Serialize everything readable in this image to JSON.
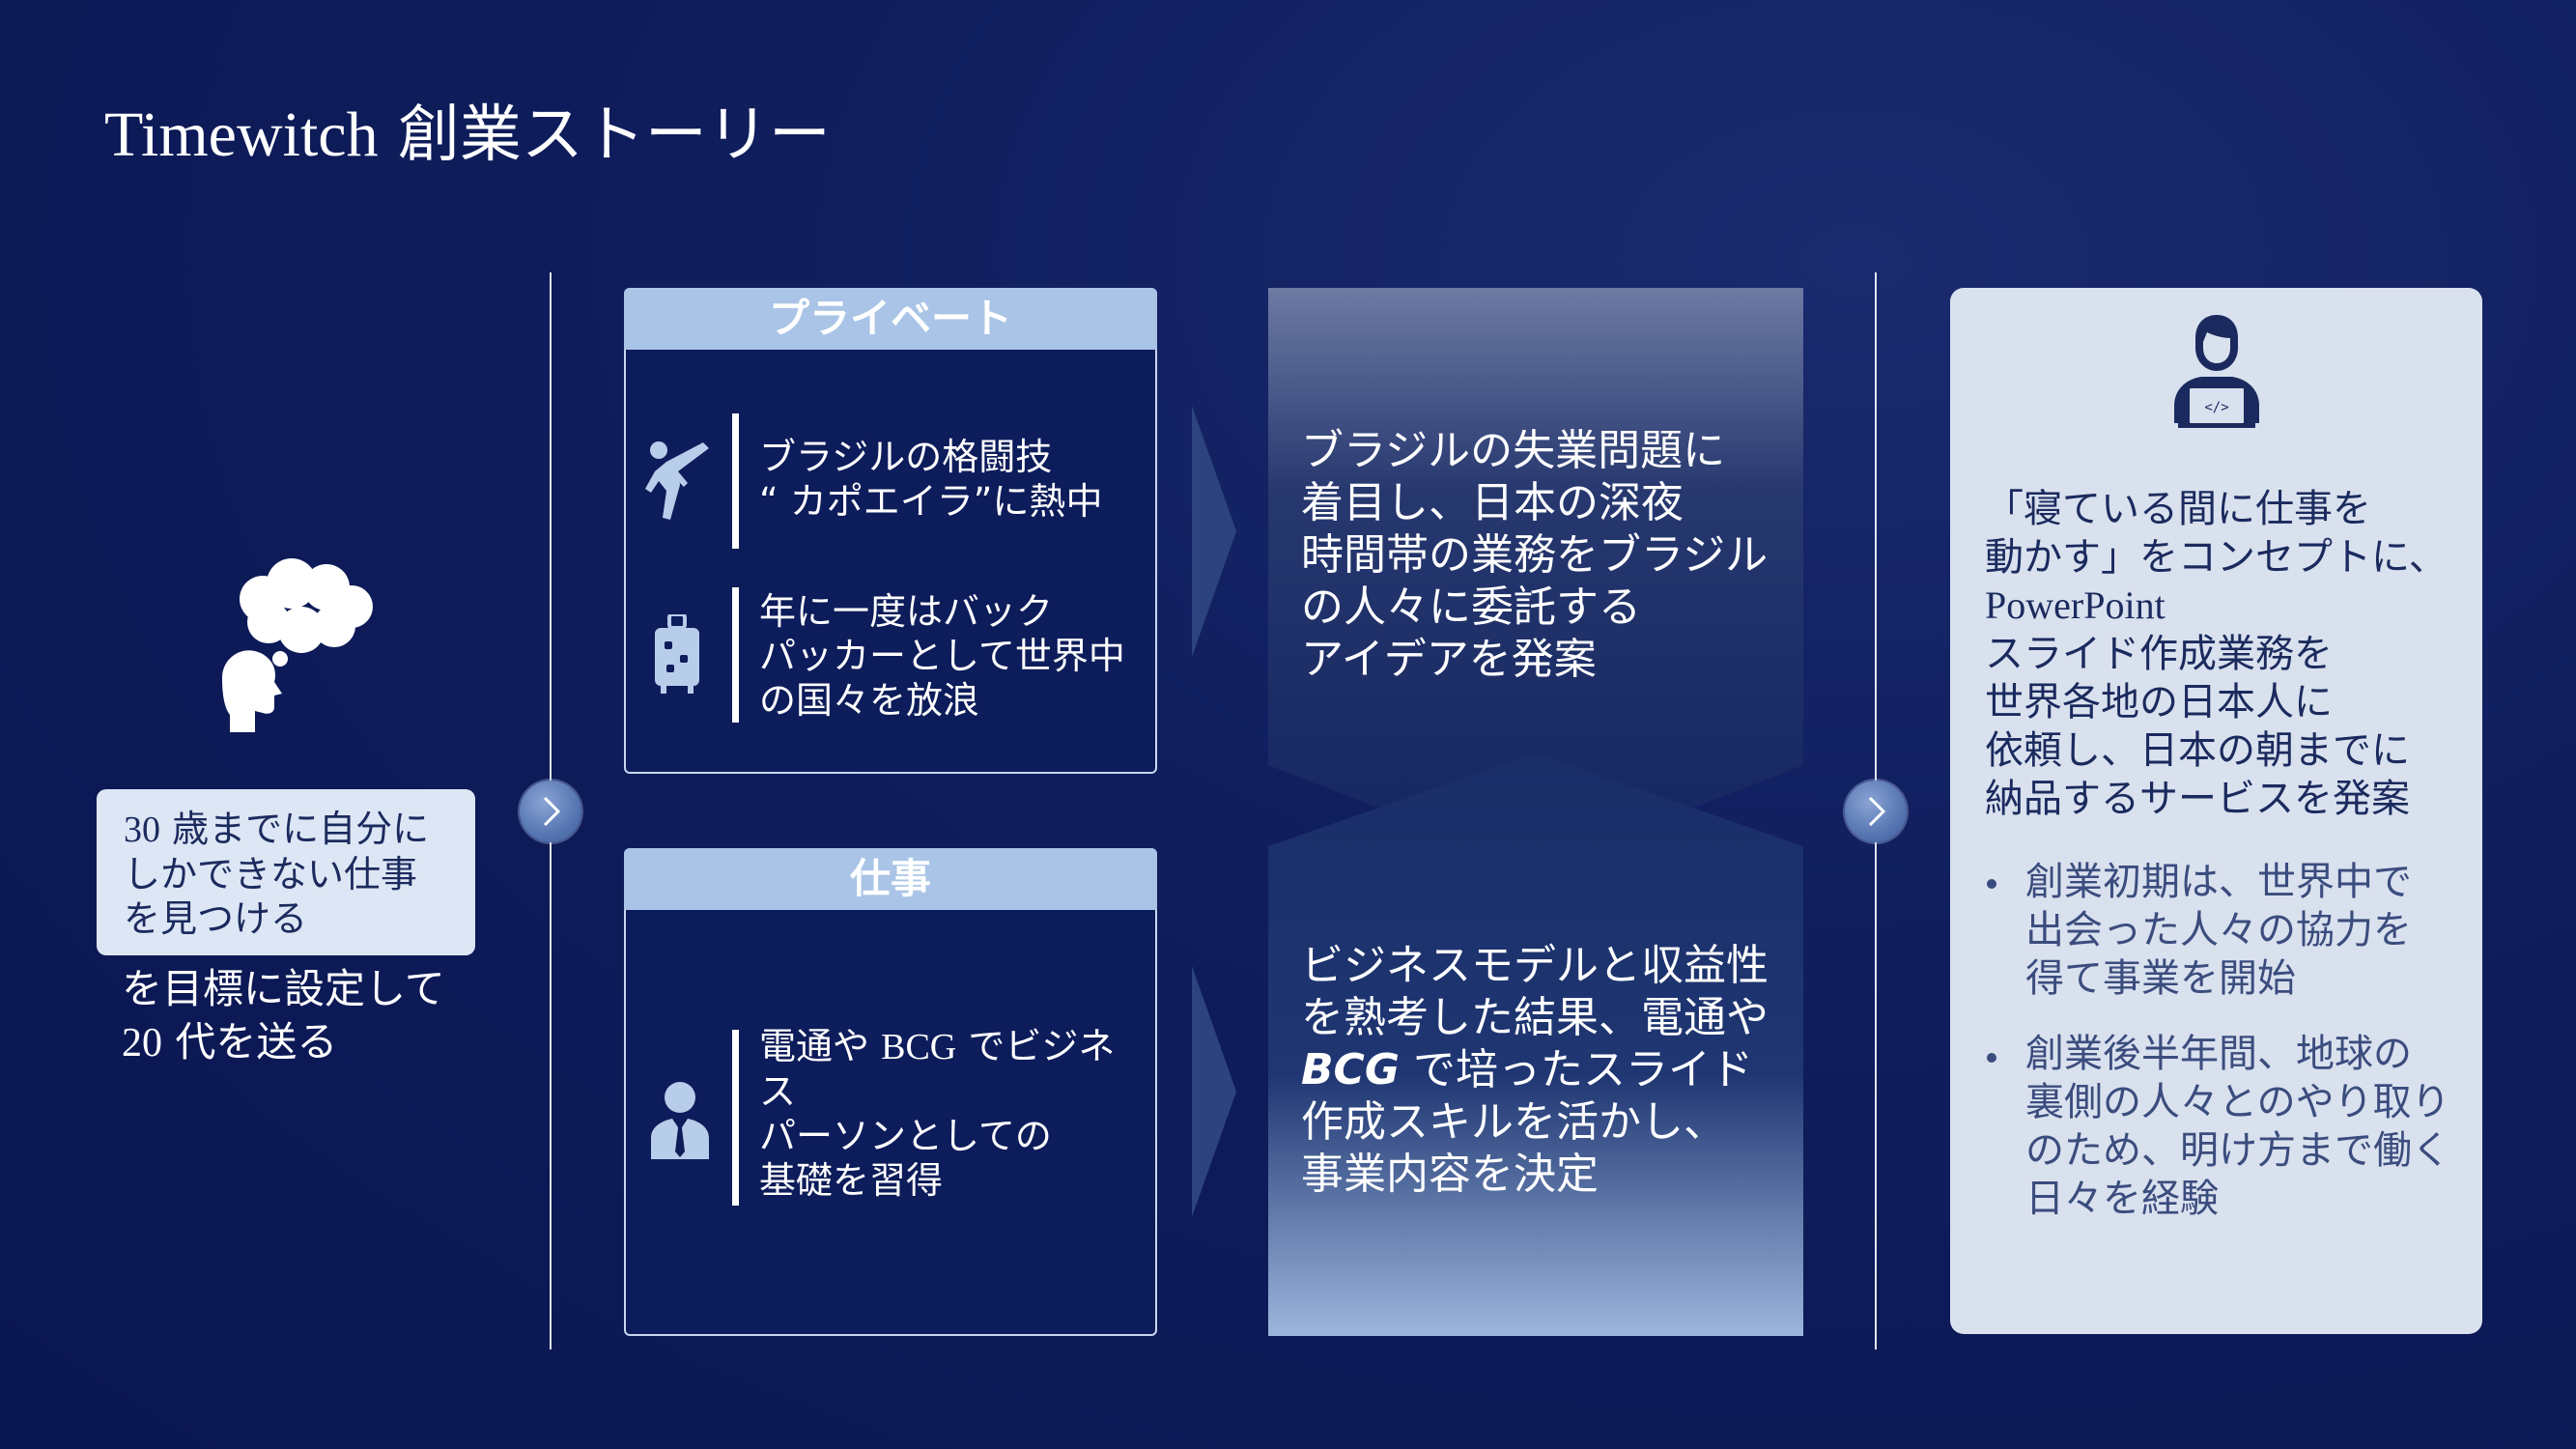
{
  "slide": {
    "title_latin": "Timewitch",
    "title_jp": "創業ストーリー"
  },
  "goal": {
    "box_lines": [
      "30 歳までに自分に",
      "しかできない仕事",
      "を見つける"
    ],
    "after_lines": [
      "を目標に設定して",
      "20 代を送る"
    ]
  },
  "private_panel": {
    "header": "プライベート",
    "item1_lines": [
      "ブラジルの格闘技",
      "“ カポエイラ”に熱中"
    ],
    "item2_lines": [
      "年に一度はバック",
      "パッカーとして世界中",
      "の国々を放浪"
    ]
  },
  "work_panel": {
    "header": "仕事",
    "item1_lines": [
      "電通や BCG でビジネ",
      "ス",
      "パーソンとしての",
      "基礎を習得"
    ]
  },
  "middle": {
    "upper_lines": [
      "ブラジルの失業問題に",
      "着目し、日本の深夜",
      "時間帯の業務をブラジル",
      "の人々に委託する",
      "アイデアを発案"
    ],
    "lower_lines": [
      "ビジネスモデルと収益性",
      "を熟考した結果、電通や",
      "BCG で培ったスライド",
      "作成スキルを活かし、",
      "事業内容を決定"
    ]
  },
  "result_card": {
    "main_lines": [
      "「寝ている間に仕事を",
      "動かす」をコンセプトに、",
      "PowerPoint",
      "スライド作成業務を",
      "世界各地の日本人に",
      "依頼し、日本の朝までに",
      "納品するサービスを発案"
    ],
    "bullet1_lines": [
      "創業初期は、世界中で",
      "出会った人々の協力を",
      "得て事業を開始"
    ],
    "bullet2_lines": [
      "創業後半年間、地球の",
      "裏側の人々とのやり取り",
      "のため、明け方まで働く",
      "日々を経験"
    ]
  },
  "colors": {
    "background": "#0f1d5c",
    "panel_header": "#a9c4e6",
    "card": "#d9e1ee",
    "card_text": "#1b2a5e"
  },
  "icons": [
    "thought-bubble-icon",
    "kick-martial-artist-icon",
    "suitcase-icon",
    "businessman-icon",
    "programmer-laptop-icon",
    "chevron-right-icon"
  ]
}
